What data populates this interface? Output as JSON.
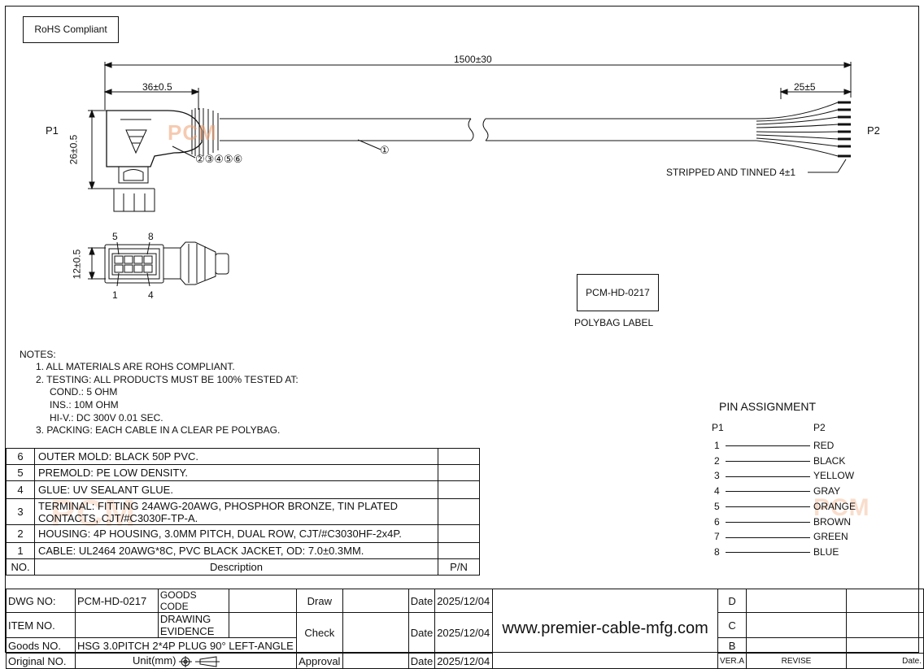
{
  "rohs_label": "RoHS Compliant",
  "drawing": {
    "total_length": "1500±30",
    "p1_length": "36±0.5",
    "p2_length": "25±5",
    "p1_height": "26±0.5",
    "face_height": "12±0.5",
    "p1_label": "P1",
    "p2_label": "P2",
    "cable_callout": "①",
    "component_callouts": "②③④⑤⑥",
    "strip_note": "STRIPPED AND TINNED 4±1",
    "pin_labels": {
      "top_left": "5",
      "top_right": "8",
      "bottom_left": "1",
      "bottom_right": "4"
    },
    "logo_text": "PCM"
  },
  "polybag": {
    "label_text": "PCM-HD-0217",
    "caption": "POLYBAG LABEL"
  },
  "notes": {
    "heading": "NOTES:",
    "lines": [
      "1. ALL MATERIALS ARE ROHS COMPLIANT.",
      "2. TESTING: ALL PRODUCTS MUST BE 100% TESTED AT:",
      "COND.: 5 OHM",
      "INS.: 10M OHM",
      "HI-V.: DC 300V 0.01 SEC.",
      "3. PACKING: EACH CABLE IN A CLEAR PE POLYBAG."
    ]
  },
  "pin_assignment": {
    "title": "PIN  ASSIGNMENT",
    "p1_header": "P1",
    "p2_header": "P2",
    "pins": [
      {
        "p1": "1",
        "p2": "RED"
      },
      {
        "p1": "2",
        "p2": "BLACK"
      },
      {
        "p1": "3",
        "p2": "YELLOW"
      },
      {
        "p1": "4",
        "p2": "GRAY"
      },
      {
        "p1": "5",
        "p2": "ORANGE"
      },
      {
        "p1": "6",
        "p2": "BROWN"
      },
      {
        "p1": "7",
        "p2": "GREEN"
      },
      {
        "p1": "8",
        "p2": "BLUE"
      }
    ]
  },
  "bom": {
    "rows": [
      {
        "no": "6",
        "desc": "OUTER MOLD: BLACK 50P PVC.",
        "pn": ""
      },
      {
        "no": "5",
        "desc": "PREMOLD: PE LOW DENSITY.",
        "pn": ""
      },
      {
        "no": "4",
        "desc": "GLUE: UV SEALANT GLUE.",
        "pn": ""
      },
      {
        "no": "3",
        "desc": "TERMINAL: FITTING 24AWG-20AWG, PHOSPHOR BRONZE, TIN PLATED CONTACTS, CJT/#C3030F-TP-A.",
        "pn": ""
      },
      {
        "no": "2",
        "desc": "HOUSING: 4P HOUSING, 3.0MM PITCH, DUAL ROW, CJT/#C3030HF-2x4P.",
        "pn": ""
      },
      {
        "no": "1",
        "desc": "CABLE: UL2464 20AWG*8C, PVC BLACK JACKET, OD: 7.0±0.3MM.",
        "pn": ""
      }
    ],
    "header": {
      "no": "NO.",
      "desc": "Description",
      "pn": "P/N"
    }
  },
  "title_block": {
    "dwg_no_label": "DWG NO:",
    "dwg_no": "PCM-HD-0217",
    "goods_code_label": "GOODS CODE",
    "item_no_label": "ITEM NO.",
    "drawing_evidence": "DRAWING EVIDENCE",
    "goods_no_label": "Goods NO.",
    "goods_desc": "HSG 3.0PITCH 2*4P PLUG 90° LEFT-ANGLE",
    "original_no_label": "Original NO.",
    "unit_label": "Unit(mm)",
    "draw_label": "Draw",
    "check_label": "Check",
    "approval_label": "Approval",
    "date_label": "Date",
    "draw_date": "2025/12/04",
    "check_date": "2025/12/04",
    "approval_date": "2025/12/04",
    "website": "www.premier-cable-mfg.com",
    "rev_rows": [
      "D",
      "C",
      "B"
    ],
    "ver_label": "VER.A",
    "revise_label": "REVISE",
    "date_col_label": "Date."
  }
}
